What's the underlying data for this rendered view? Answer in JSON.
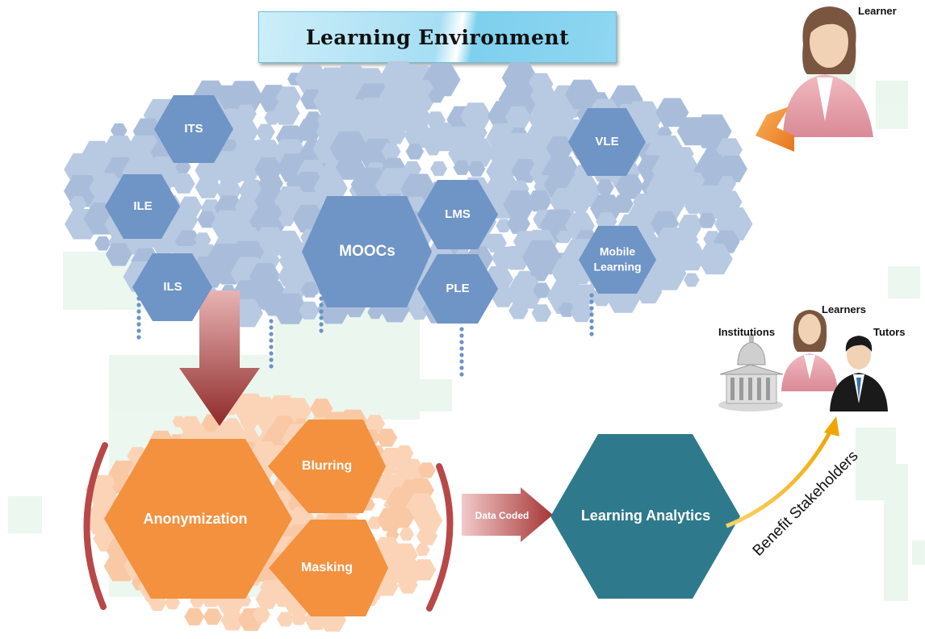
{
  "title": "Learning Environment",
  "environments": {
    "its": "ITS",
    "ile": "ILE",
    "ils": "ILS",
    "moocs": "MOOCs",
    "lms": "LMS",
    "ple": "PLE",
    "vle": "VLE",
    "mobile_line1": "Mobile",
    "mobile_line2": "Learning"
  },
  "privacy": {
    "anonymization": "Anonymization",
    "blurring": "Blurring",
    "masking": "Masking"
  },
  "data_coded": "Data Coded",
  "learning_analytics": "Learning Analytics",
  "benefit": "Benefit Stakeholders",
  "people": {
    "learner": "Learner",
    "learners": "Learners",
    "institutions": "Institutions",
    "tutors": "Tutors"
  },
  "colors": {
    "hex_light": "#b8c9e2",
    "hex_mid": "#6f94c6",
    "orange": "#f3913f",
    "peach": "#fbd4b8",
    "teal": "#2e7a8c",
    "dark_red": "#a83c3c",
    "gold": "#f5b20d"
  }
}
